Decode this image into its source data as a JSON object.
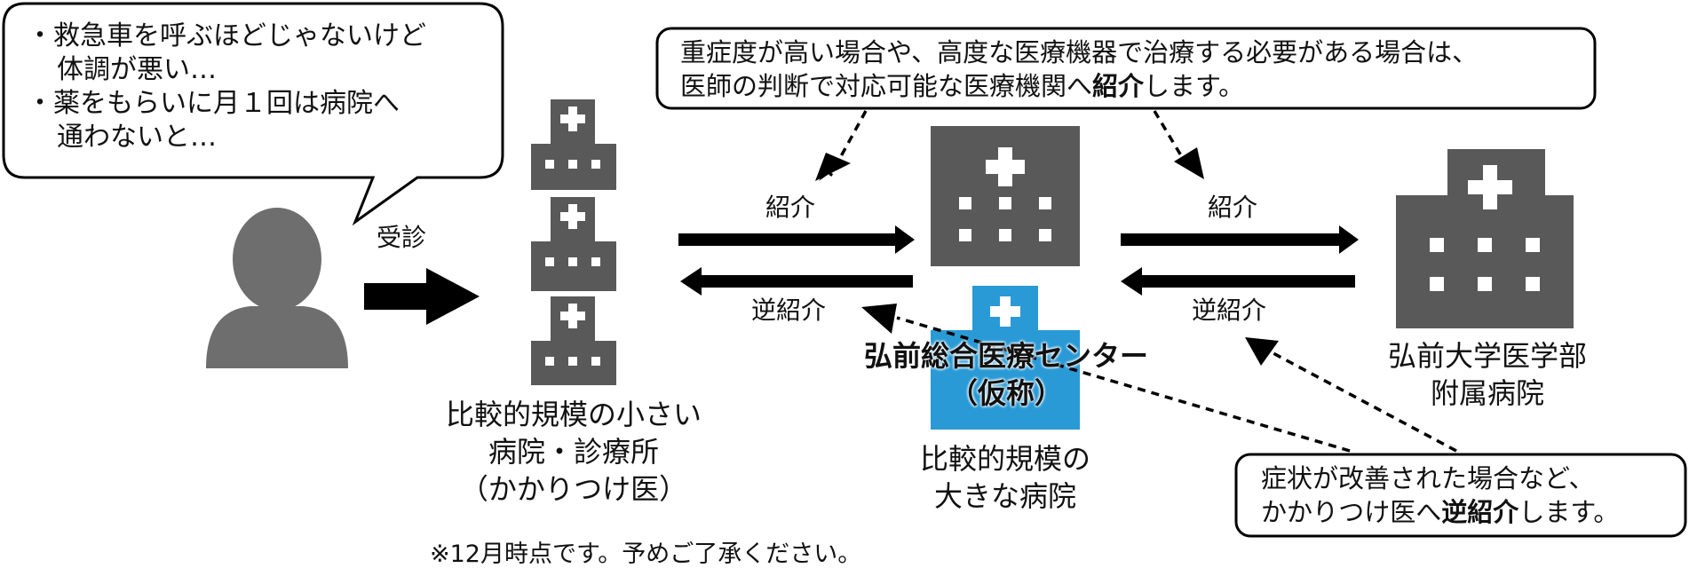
{
  "patient_bubble": {
    "line1": "・救急車を呼ぶほどじゃないけど",
    "line2": "体調が悪い…",
    "line3": "・薬をもらいに月１回は病院へ",
    "line4": "通わないと…"
  },
  "top_callout": {
    "line1": "重症度が高い場合や、高度な医療機器で治療する必要がある場合は、",
    "line2_pre": "医師の判断で対応可能な医療機関へ",
    "line2_bold": "紹介",
    "line2_post": "します。"
  },
  "bottom_callout": {
    "line1": "症状が改善された場合など、",
    "line2_pre": "かかりつけ医へ",
    "line2_bold": "逆紹介",
    "line2_post": "します。"
  },
  "flow_labels": {
    "visit": "受診",
    "referral_left": "紹介",
    "reverse_left": "逆紹介",
    "referral_right": "紹介",
    "reverse_right": "逆紹介"
  },
  "small_clinics": {
    "line1": "比較的規模の小さい",
    "line2": "病院・診療所",
    "line3": "（かかりつけ医）"
  },
  "center_hospital": {
    "name_line1": "弘前総合医療センター",
    "name_line2": "（仮称）",
    "desc_line1": "比較的規模の",
    "desc_line2": "大きな病院"
  },
  "university_hospital": {
    "line1": "弘前大学医学部",
    "line2": "附属病院"
  },
  "footnote": "※12月時点です。予めご了承ください。",
  "colors": {
    "building": "#595959",
    "center_building": "#2a9ad6",
    "person": "#6e6e6e",
    "arrow": "#000000"
  },
  "icons": [
    "person-icon",
    "hospital-building-icon",
    "hospital-cross-icon"
  ]
}
